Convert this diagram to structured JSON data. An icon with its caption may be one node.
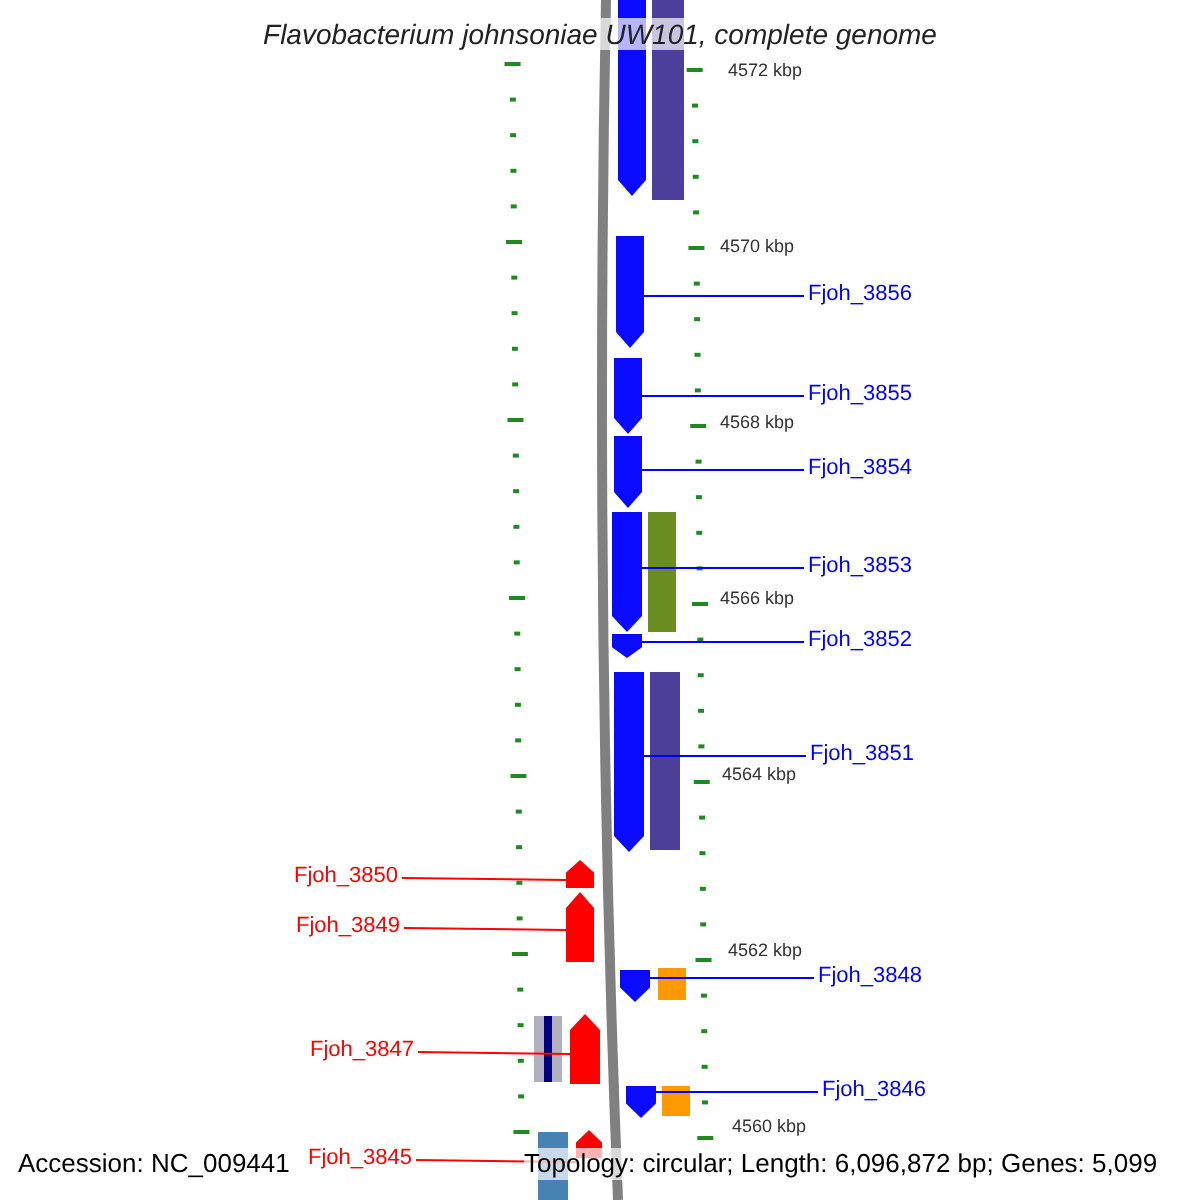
{
  "diagram": {
    "title": "Flavobacterium johnsoniae UW101, complete genome",
    "nodes": [
      {
        "text": [
          "Fjoh_3856"
        ]
      },
      {
        "text": [
          "Fjoh_3855"
        ]
      },
      {
        "text": [
          "Fjoh_3854"
        ]
      },
      {
        "text": [
          "Fjoh_3853"
        ]
      },
      {
        "text": [
          "Fjoh_3852"
        ]
      },
      {
        "text": [
          "Fjoh_3851"
        ]
      },
      {
        "text": [
          "Fjoh_3850"
        ]
      },
      {
        "text": [
          "Fjoh_3849"
        ]
      },
      {
        "text": [
          "Fjoh_3848"
        ]
      },
      {
        "text": [
          "Fjoh_3847"
        ]
      },
      {
        "text": [
          "Fjoh_3846"
        ]
      },
      {
        "text": [
          "Fjoh_3845"
        ]
      },
      {
        "text": [],
        "shape": "bar"
      },
      {
        "text": [],
        "shape": "bar"
      },
      {
        "text": [],
        "shape": "bar"
      },
      {
        "text": [],
        "shape": "bar"
      },
      {
        "text": [],
        "shape": "bar"
      },
      {
        "text": [],
        "shape": "bar"
      },
      {
        "text": [],
        "shape": "bar"
      },
      {
        "text": [],
        "shape": "bar"
      },
      {
        "text": [],
        "shape": "bar"
      },
      {
        "text": [],
        "shape": "bar"
      },
      {
        "text": [],
        "shape": "bar"
      },
      {
        "text": [],
        "shape": "bar"
      },
      {
        "text": [],
        "shape": "bar"
      }
    ],
    "edges": [
      {
        "from": 0,
        "to": 13,
        "arrow": "none"
      },
      {
        "from": 1,
        "to": 14,
        "arrow": "none"
      },
      {
        "from": 2,
        "to": 15,
        "arrow": "none"
      },
      {
        "from": 3,
        "to": 16,
        "arrow": "none"
      },
      {
        "from": 4,
        "to": 17,
        "arrow": "none"
      },
      {
        "from": 5,
        "to": 18,
        "arrow": "none"
      },
      {
        "from": 6,
        "to": 19,
        "arrow": "none",
        "color": "#ff0000"
      },
      {
        "from": 7,
        "to": 20,
        "arrow": "none",
        "color": "#ff0000"
      },
      {
        "from": 8,
        "to": 21,
        "arrow": "none"
      },
      {
        "from": 9,
        "to": 22,
        "arrow": "none",
        "color": "#ff0000"
      },
      {
        "from": 10,
        "to": 23,
        "arrow": "none"
      },
      {
        "from": 11,
        "to": 24,
        "arrow": "none",
        "color": "#ff0000"
      }
    ],
    "labels": [
      "4572 kbp",
      "4570 kbp",
      "4568 kbp",
      "4566 kbp",
      "4564 kbp",
      "4562 kbp",
      "4560 kbp",
      "Accession: NC_009441",
      "Topology: circular; Length: 6,096,872 bp; Genes: 5,099"
    ]
  }
}
